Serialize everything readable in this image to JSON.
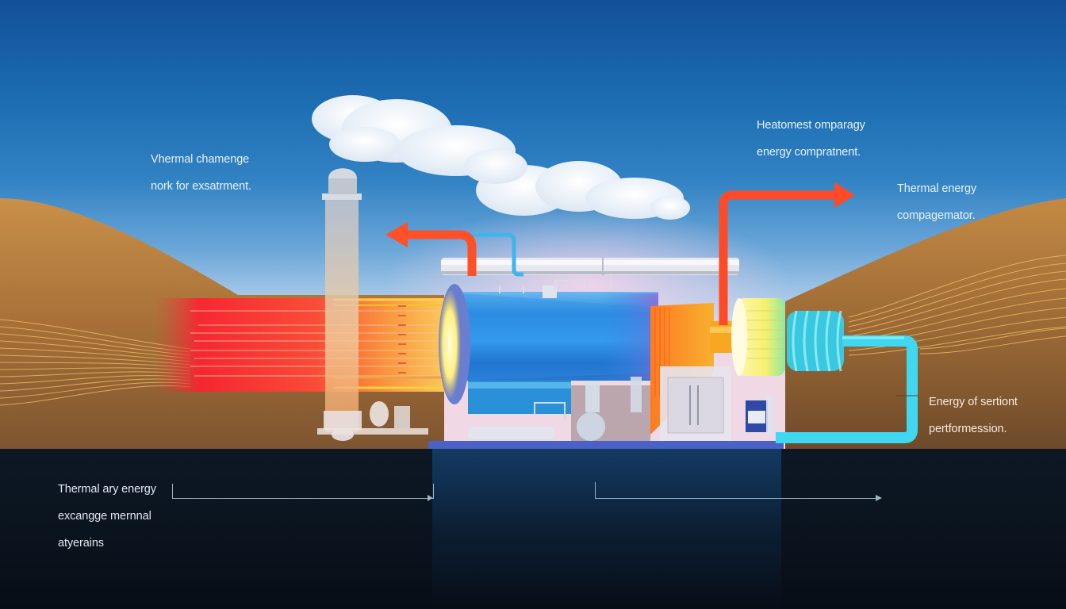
{
  "diagram": {
    "type": "thermal energy system illustration",
    "colors": {
      "sky_top": "#13509a",
      "sky_horizon": "#f0d8e4",
      "dune": "#b07a3c",
      "ground": "#0b1520",
      "hot_flow": "#ff2a2a",
      "hot_arrow": "#ff5a30",
      "cold_pipe": "#3fd6ee",
      "boiler": "#2a8ae0",
      "heat_exchanger": "#f7a21c",
      "label_text": "#e8f1fb"
    },
    "components": [
      {
        "id": "chimney",
        "name": "Chimney stack"
      },
      {
        "id": "smoke-cloud",
        "name": "Steam cloud"
      },
      {
        "id": "heat-inflow",
        "name": "Red heat inflow bundle"
      },
      {
        "id": "boiler",
        "name": "Blue cylindrical boiler"
      },
      {
        "id": "heat-exchanger",
        "name": "Orange heat exchanger cone"
      },
      {
        "id": "generator",
        "name": "Yellow generator drum"
      },
      {
        "id": "coil",
        "name": "Cyan coil"
      },
      {
        "id": "return-pipe",
        "name": "Cyan return pipe loop"
      },
      {
        "id": "exhaust-arrow-left",
        "name": "Red arrow pointing left"
      },
      {
        "id": "exhaust-arrow-right",
        "name": "Red arrow pointing right"
      }
    ]
  },
  "labels": {
    "top_left": {
      "line1": "Vhermal chamenge",
      "line2": "nork for exsatrment."
    },
    "top_center_right": {
      "line1": "Heatomest omparagy",
      "line2": "energy compratnent."
    },
    "right_upper": {
      "line1": "Thermal energy",
      "line2": "compagemator."
    },
    "right_lower": {
      "line1": "Energy of sertiont",
      "line2": "pertformession."
    },
    "bottom_left": {
      "line1": "Thermal ary energy",
      "line2": "excangge mernnal",
      "line3": "atyerains"
    }
  }
}
